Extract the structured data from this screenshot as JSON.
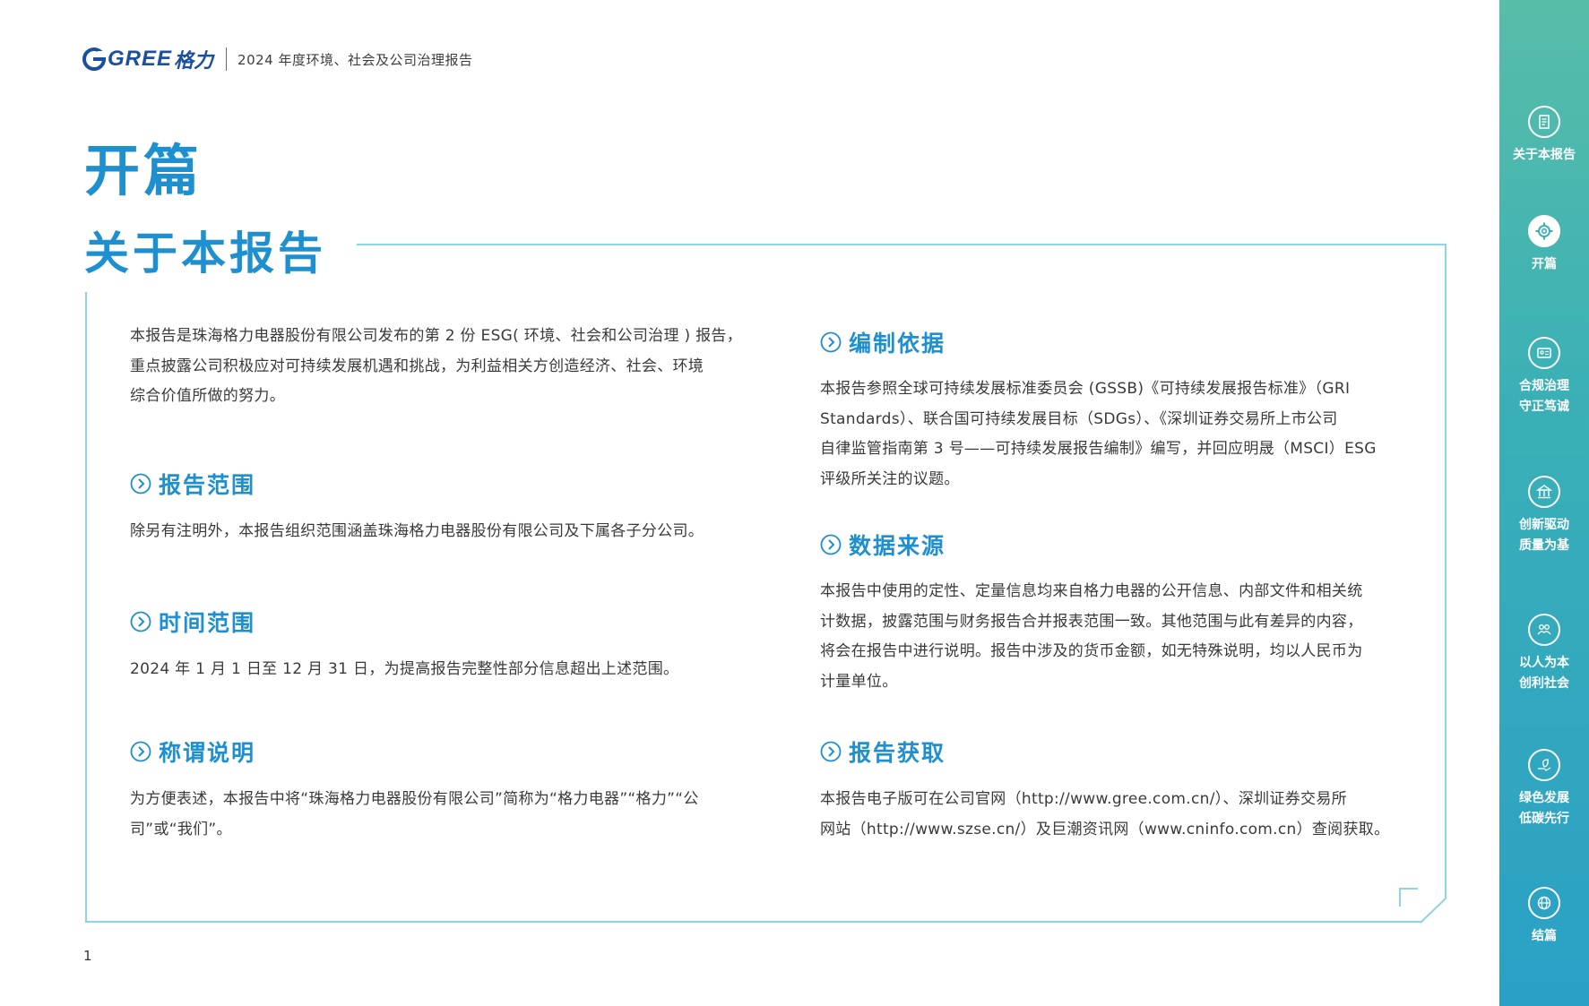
{
  "header": {
    "logo_text": "GREE",
    "logo_cn": "格力",
    "report_title": "2024 年度环境、社会及公司治理报告"
  },
  "chapter_title": "开篇",
  "section_title": "关于本报告",
  "intro": {
    "lines": [
      "本报告是珠海格力电器股份有限公司发布的第 2 份 ESG( 环境、社会和公司治理 ) 报告，",
      "重点披露公司积极应对可持续发展机遇和挑战，为利益相关方创造经济、社会、环境",
      "综合价值所做的努力。"
    ]
  },
  "scope": {
    "title": "报告范围",
    "lines": [
      "除另有注明外，本报告组织范围涵盖珠海格力电器股份有限公司及下属各子分公司。"
    ]
  },
  "time_scope": {
    "title": "时间范围",
    "lines": [
      "2024 年 1 月 1 日至 12 月 31 日，为提高报告完整性部分信息超出上述范围。"
    ]
  },
  "terms": {
    "title": "称谓说明",
    "lines": [
      "为方便表述，本报告中将“珠海格力电器股份有限公司”简称为“格力电器”“格力”“公",
      "司”或“我们”。"
    ]
  },
  "basis": {
    "title": "编制依据",
    "lines": [
      "本报告参照全球可持续发展标准委员会 (GSSB)《可持续发展报告标准》（GRI",
      "Standards）、联合国可持续发展目标（SDGs）、《深圳证券交易所上市公司",
      "自律监管指南第 3 号——可持续发展报告编制》编写，并回应明晟（MSCI）ESG",
      "评级所关注的议题。"
    ]
  },
  "data_source": {
    "title": "数据来源",
    "lines": [
      "本报告中使用的定性、定量信息均来自格力电器的公开信息、内部文件和相关统",
      "计数据，披露范围与财务报告合并报表范围一致。其他范围与此有差异的内容，",
      "将会在报告中进行说明。报告中涉及的货币金额，如无特殊说明，均以人民币为",
      "计量单位。"
    ]
  },
  "access": {
    "title": "报告获取",
    "lines": [
      "本报告电子版可在公司官网（http://www.gree.com.cn/）、深圳证券交易所",
      "网站（http://www.szse.cn/）及巨潮资讯网（www.cninfo.com.cn）查阅获取。"
    ]
  },
  "page_number": "1",
  "sidebar": {
    "items": [
      {
        "label_lines": [
          "关于本报告"
        ],
        "icon": "report-icon",
        "active": false
      },
      {
        "label_lines": [
          "开篇"
        ],
        "icon": "gear-icon",
        "active": true
      },
      {
        "label_lines": [
          "合规治理",
          "守正笃诚"
        ],
        "icon": "id-card-icon",
        "active": false
      },
      {
        "label_lines": [
          "创新驱动",
          "质量为基"
        ],
        "icon": "building-icon",
        "active": false
      },
      {
        "label_lines": [
          "以人为本",
          "创利社会"
        ],
        "icon": "people-icon",
        "active": false
      },
      {
        "label_lines": [
          "绿色发展",
          "低碳先行"
        ],
        "icon": "leaf-hand-icon",
        "active": false
      },
      {
        "label_lines": [
          "结篇"
        ],
        "icon": "globe-icon",
        "active": false
      }
    ]
  },
  "colors": {
    "accent": "#1e8fcf",
    "frame": "#8fd3ea",
    "sidebar_top": "#58bda8",
    "sidebar_bottom": "#2aa0c6"
  }
}
